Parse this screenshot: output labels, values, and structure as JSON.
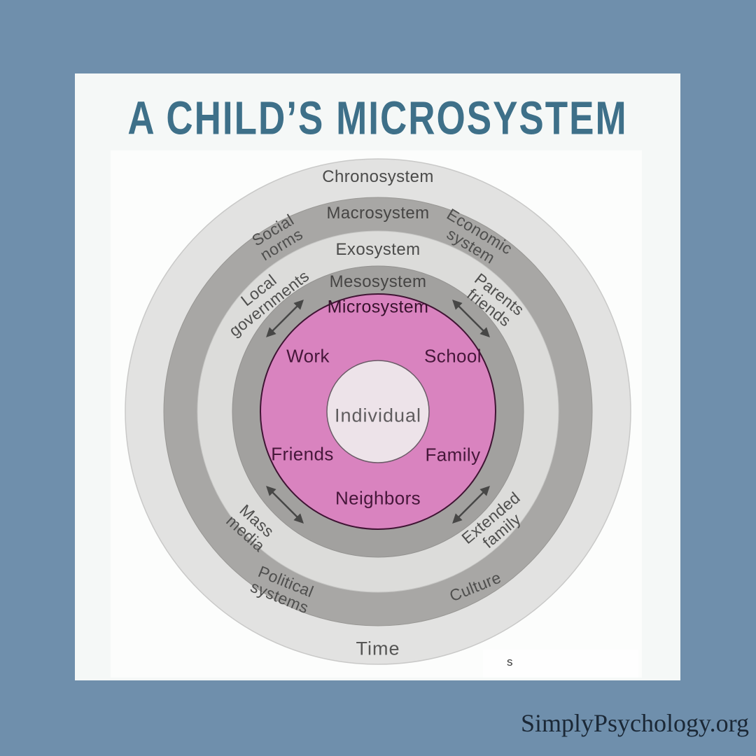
{
  "page": {
    "title": "A CHILD’S MICROSYSTEM",
    "watermark": "SimplyPsychology.org",
    "artifact": "s"
  },
  "colors": {
    "background": "#6f8fac",
    "card": "#f5f8f7",
    "title": "#3e7089",
    "microsystem_pink": "#d983bf",
    "individual_fill": "#ede3e9",
    "arrow": "#474746"
  },
  "diagram": {
    "type": "concentric-rings",
    "rings": [
      {
        "name": "Chronosystem",
        "fill": "#e2e2e1"
      },
      {
        "name": "Macrosystem",
        "fill": "#a8a7a5"
      },
      {
        "name": "Exosystem",
        "fill": "#dcdcda"
      },
      {
        "name": "Mesosystem",
        "fill": "#a2a19f"
      },
      {
        "name": "Microsystem",
        "fill": "#d983bf"
      },
      {
        "name": "Individual",
        "fill": "#ede3e9"
      }
    ],
    "sector_labels": [
      {
        "id": "social-norms",
        "lines": [
          "Social",
          "norms"
        ]
      },
      {
        "id": "economic-system",
        "lines": [
          "Economic",
          "system"
        ]
      },
      {
        "id": "local-governments",
        "lines": [
          "Local",
          "governments"
        ]
      },
      {
        "id": "parents-friends",
        "lines": [
          "Parents",
          "friends"
        ]
      },
      {
        "id": "mass-media",
        "lines": [
          "Mass",
          "media"
        ]
      },
      {
        "id": "extended-family",
        "lines": [
          "Extended",
          "family"
        ]
      },
      {
        "id": "political-systems",
        "lines": [
          "Political",
          "systems"
        ]
      },
      {
        "id": "culture",
        "lines": [
          "Culture",
          ""
        ]
      }
    ],
    "microsystem_items": [
      {
        "label": "Work"
      },
      {
        "label": "School"
      },
      {
        "label": "Friends"
      },
      {
        "label": "Family"
      },
      {
        "label": "Neighbors"
      }
    ],
    "center_label": "Individual",
    "time_label": "Time"
  }
}
